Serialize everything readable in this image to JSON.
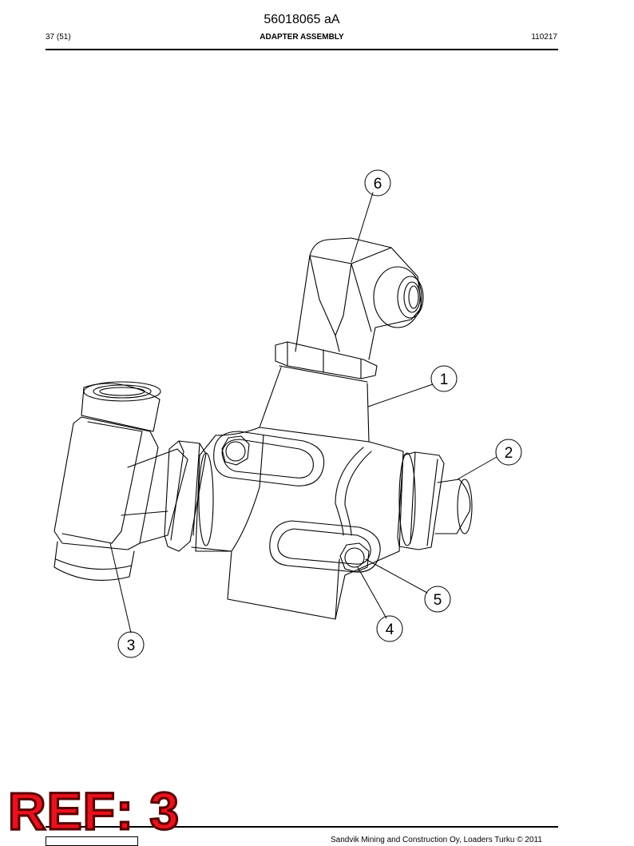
{
  "header": {
    "doc_number": "56018065 aA",
    "page": "37 (51)",
    "title": "ADAPTER ASSEMBLY",
    "date": "110217"
  },
  "callouts": [
    "1",
    "2",
    "3",
    "4",
    "5",
    "6"
  ],
  "stamp": "REF: 3",
  "footer": {
    "copyright": "Sandvik Mining and Construction Oy, Loaders Turku © 2011"
  }
}
